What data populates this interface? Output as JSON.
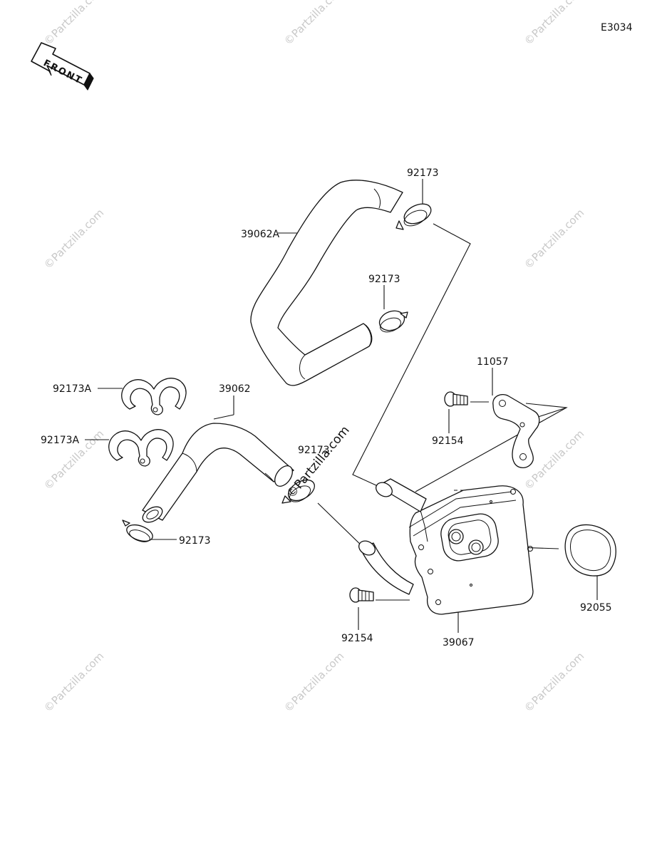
{
  "diagram": {
    "code": "E3034",
    "front_label": "FRONT",
    "watermark": "©Partzilla.com",
    "center_watermark": "©Partzilla.com",
    "parts": {
      "hose_upper": "39062A",
      "hose_lower": "39062",
      "clamp_top": "92173",
      "clamp_mid": "92173",
      "clamp_center": "92173",
      "clamp_lower_left": "92173",
      "clip_a_upper": "92173A",
      "clip_a_lower": "92173A",
      "bracket": "11057",
      "bolt_upper": "92154",
      "bolt_lower": "92154",
      "oil_cooler": "39067",
      "o_ring": "92055"
    }
  }
}
